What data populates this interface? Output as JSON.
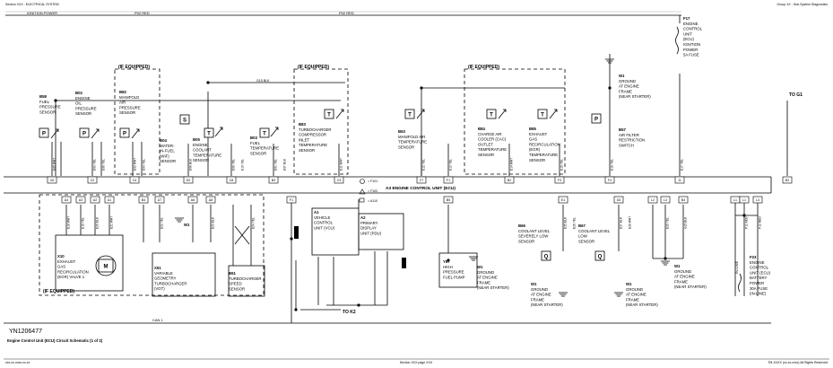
{
  "header": {
    "left": "Section XXX - ELECTRICAL SYSTEM",
    "right": "Group XX - Sub-System Diagnostics"
  },
  "footer": {
    "left": "xxx-xx-xxxx-xx-xx",
    "center": "Section XXX page XXX",
    "right": "TM-XXXX (xx-xx-xxxx) All Rights Reserved"
  },
  "diagram_id": "YN1206477",
  "caption": "Engine Control Unit (ECU) Circuit Schematic (1 of 2)",
  "wires_top": {
    "ignition_power": "IGNITION POWER",
    "p02_red": "P02 RED",
    "p02_red_2": "P02 RED",
    "blk": "G15 BLK",
    "can1": "CAN 1"
  },
  "if_equipped": "(IF EQUIPPED)",
  "to_g1": "TO G1",
  "to_k2": "TO K2",
  "components": {
    "b58": [
      "B58",
      "FUEL",
      "PRESSURE",
      "SENSOR"
    ],
    "b02": [
      "B02",
      "ENGINE",
      "OIL",
      "PRESSURE",
      "SENSOR"
    ],
    "b82": [
      "B82",
      "MANIFOLD",
      "AIR",
      "PRESSURE",
      "SENSOR"
    ],
    "b04": [
      "B04",
      "WATER-",
      "IN-FUEL",
      "(WIF)",
      "SENSOR"
    ],
    "b05": [
      "B05",
      "ENGINE",
      "COOLANT",
      "TEMPERATURE",
      "SENSOR"
    ],
    "b03": [
      "B03",
      "FUEL",
      "TEMPERATURE",
      "SENSOR"
    ],
    "b83": [
      "B83",
      "TURBOCHARGER",
      "COMPRESSOR",
      "INLET",
      "TEMPERATURE",
      "SENSOR"
    ],
    "b63": [
      "B63",
      "MANIFOLD AIR",
      "TEMPERATURE",
      "SENSOR"
    ],
    "b84": [
      "B84",
      "CHARGE AIR",
      "COOLER (CAC)",
      "OUTLET",
      "TEMPERATURE",
      "SENSOR"
    ],
    "b85": [
      "B85",
      "EXHAUST",
      "GAS",
      "RECIRCULATION",
      "(EGR)",
      "TEMPERATURE",
      "SENSOR"
    ],
    "b57": [
      "B57",
      "AIR FILTER",
      "RESTRICTION",
      "SWITCH"
    ],
    "f17": [
      "F17",
      "ENGINE",
      "CONTROL",
      "UNIT",
      "(ECU)",
      "IGNITION",
      "POWER",
      "5A FUSE"
    ],
    "w1_top": [
      "W1",
      "GROUND",
      "AT ENGINE",
      "FRAME",
      "(NEAR STARTER)"
    ],
    "a3": "A3  ENGINE CONTROL UNIT (ECU)",
    "x10": [
      "X10",
      "EXHAUST",
      "GAS",
      "RECIRCULATION",
      "(EGR) VALVE 1"
    ],
    "x51": [
      "X51",
      "VARIABLE",
      "GEOMETRY",
      "TURBOCHARGER",
      "(VGT)"
    ],
    "b61": [
      "B61",
      "TURBOCHARGER",
      "SPEED",
      "SENSOR"
    ],
    "w1_x51": "W1",
    "a1": [
      "A1",
      "VEHICLE",
      "CONTROL",
      "UNIT (VCU)"
    ],
    "a2": [
      "A2",
      "PRIMARY",
      "DISPLAY",
      "UNIT (PDU)"
    ],
    "y87": [
      "Y87",
      "HIGH",
      "PRESSURE",
      "FUEL PUMP"
    ],
    "w1_y87": [
      "W1",
      "GROUND",
      "AT ENGINE",
      "FRAME",
      "(NEAR STARTER)"
    ],
    "b66": [
      "B66",
      "COOLANT LEVEL",
      "SEVERELY LOW",
      "SENSOR"
    ],
    "b67": [
      "B67",
      "COOLANT LEVEL",
      "LOW",
      "SENSOR"
    ],
    "w1_b66": [
      "W1",
      "GROUND",
      "AT ENGINE",
      "FRAME",
      "(NEAR STARTER)"
    ],
    "w1_b67": [
      "W1",
      "GROUND",
      "AT ENGINE",
      "FRAME",
      "(NEAR STARTER)"
    ],
    "w1_mid": [
      "W1",
      "GROUND",
      "AT ENGINE",
      "FRAME",
      "(NEAR STARTER)"
    ],
    "f23": [
      "F23",
      "ENGINE",
      "CONTROL",
      "UNIT (ECU)",
      "BATTERY",
      "POWER",
      "30A FUSE",
      "(IN-LINE)"
    ],
    "in_line": "IN-LINE"
  },
  "connectors_top": [
    "C6",
    "C2",
    "C4",
    "D2",
    "C8",
    "B3",
    "C3",
    "C7",
    "F1",
    "B2",
    "F3",
    "F4",
    "J1",
    "B2"
  ],
  "connectors_bottom": [
    "A4",
    "A3",
    "A2",
    "A1",
    "B4",
    "A7",
    "A6",
    "A8",
    "F1",
    "B5",
    "E1",
    "D3",
    "L2",
    "L3",
    "L1",
    "L1",
    "L4",
    "B4"
  ],
  "legend": [
    "= F101",
    "= F102",
    "= A110"
  ],
  "wire_labels": [
    "E05 WHT",
    "E03 YEL",
    "E06 YEL",
    "E02 WHT",
    "E04 YEL",
    "E08 BLK",
    "E09 YEL",
    "E10 YEL",
    "E01 YEL",
    "E07 BLK",
    "E11 WHT",
    "E12 YEL",
    "E13 YEL",
    "E14 WHT",
    "E15 YEL",
    "E16 YEL",
    "E17 YEL",
    "E18 WHT",
    "E19 YEL",
    "E20 BLK",
    "E21 WHT",
    "E22 YEL",
    "E23 BLK",
    "E24 YEL",
    "E25 BLK",
    "E26 YEL",
    "E27 BLK",
    "E28 WHT",
    "E29 YEL",
    "G15 BLK",
    "P11 RED",
    "P12 RED"
  ],
  "symbols": {
    "pressure": "P",
    "temperature": "T",
    "motor": "M",
    "level": "Q"
  }
}
